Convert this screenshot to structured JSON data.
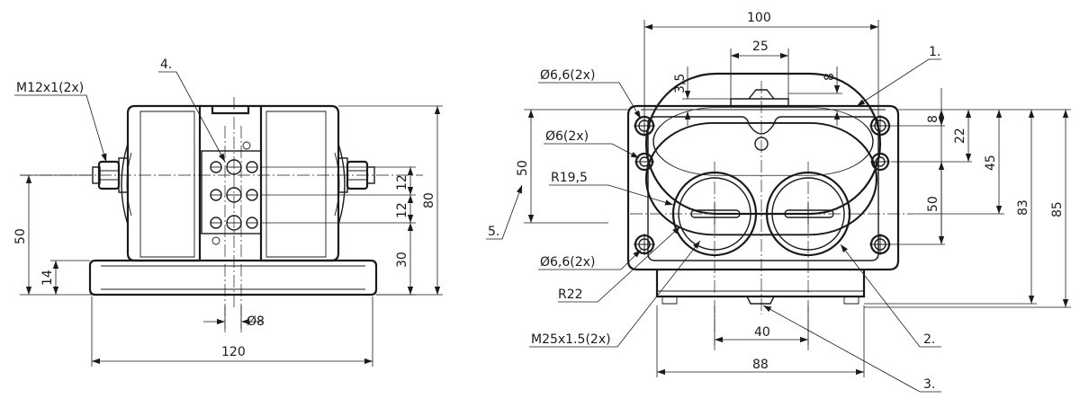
{
  "side_view": {
    "labels": {
      "thread": "M12x1(2x)",
      "callout_4": "4.",
      "dim_50": "50",
      "dim_14": "14",
      "dim_12a": "12",
      "dim_12b": "12",
      "dim_30": "30",
      "dim_80": "80",
      "dim_dia8": "Ø8",
      "dim_120": "120"
    }
  },
  "front_view": {
    "labels": {
      "dim_100": "100",
      "dim_25": "25",
      "dim_3_5": "3,5",
      "dim_8_top": "8",
      "callout_1": "1.",
      "hole_66_top": "Ø6,6(2x)",
      "hole_6": "Ø6(2x)",
      "dim_50_left": "50",
      "r195": "R19,5",
      "callout_5": "5.",
      "hole_66_bottom": "Ø6,6(2x)",
      "r22": "R22",
      "thread_m25": "M25x1.5(2x)",
      "dim_40": "40",
      "dim_88": "88",
      "callout_2": "2.",
      "callout_3": "3.",
      "dim_8_right": "8",
      "dim_22": "22",
      "dim_45": "45",
      "dim_50_right": "50",
      "dim_83": "83",
      "dim_85": "85"
    }
  }
}
